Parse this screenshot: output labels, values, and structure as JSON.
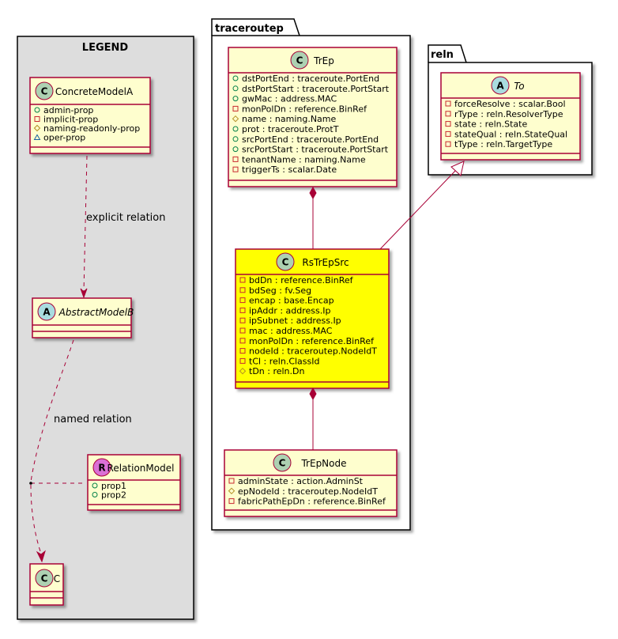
{
  "legend": {
    "title": "LEGEND",
    "concrete_class": {
      "name": "ConcreteModelA",
      "letter": "C",
      "attrs": [
        {
          "vis": "public",
          "text": "admin-prop"
        },
        {
          "vis": "private",
          "text": "implicit-prop"
        },
        {
          "vis": "protected",
          "text": "naming-readonly-prop"
        },
        {
          "vis": "package",
          "text": "oper-prop"
        }
      ]
    },
    "abstract_class": {
      "name": "AbstractModelB",
      "letter": "A"
    },
    "relation_class": {
      "name": "RelationModel",
      "letter": "R",
      "attrs": [
        {
          "vis": "public",
          "text": "prop1"
        },
        {
          "vis": "public",
          "text": "prop2"
        }
      ]
    },
    "c_class": {
      "name": "C",
      "letter": "C"
    },
    "explicit_relation_label": "explicit relation",
    "named_relation_label": "named relation"
  },
  "packages": {
    "traceroutep": {
      "title": "traceroutep",
      "trep": {
        "name": "TrEp",
        "letter": "C",
        "attrs": [
          {
            "vis": "public",
            "text": "dstPortEnd : traceroute.PortEnd"
          },
          {
            "vis": "public",
            "text": "dstPortStart : traceroute.PortStart"
          },
          {
            "vis": "public",
            "text": "gwMac : address.MAC"
          },
          {
            "vis": "private",
            "text": "monPolDn : reference.BinRef"
          },
          {
            "vis": "protected",
            "text": "name : naming.Name"
          },
          {
            "vis": "public",
            "text": "prot : traceroute.ProtT"
          },
          {
            "vis": "public",
            "text": "srcPortEnd : traceroute.PortEnd"
          },
          {
            "vis": "public",
            "text": "srcPortStart : traceroute.PortStart"
          },
          {
            "vis": "private",
            "text": "tenantName : naming.Name"
          },
          {
            "vis": "private",
            "text": "triggerTs : scalar.Date"
          }
        ]
      },
      "rstrepsrc": {
        "name": "RsTrEpSrc",
        "letter": "C",
        "attrs": [
          {
            "vis": "private",
            "text": "bdDn : reference.BinRef"
          },
          {
            "vis": "private",
            "text": "bdSeg : fv.Seg"
          },
          {
            "vis": "private",
            "text": "encap : base.Encap"
          },
          {
            "vis": "private",
            "text": "ipAddr : address.Ip"
          },
          {
            "vis": "private",
            "text": "ipSubnet : address.Ip"
          },
          {
            "vis": "private",
            "text": "mac : address.MAC"
          },
          {
            "vis": "private",
            "text": "monPolDn : reference.BinRef"
          },
          {
            "vis": "private",
            "text": "nodeId : traceroutep.NodeIdT"
          },
          {
            "vis": "private",
            "text": "tCl : reln.ClassId"
          },
          {
            "vis": "protected",
            "text": "tDn : reln.Dn"
          }
        ]
      },
      "trepnode": {
        "name": "TrEpNode",
        "letter": "C",
        "attrs": [
          {
            "vis": "private",
            "text": "adminState : action.AdminSt"
          },
          {
            "vis": "protected",
            "text": "epNodeId : traceroutep.NodeIdT"
          },
          {
            "vis": "private",
            "text": "fabricPathEpDn : reference.BinRef"
          }
        ]
      }
    },
    "reln": {
      "title": "reln",
      "to": {
        "name": "To",
        "letter": "A",
        "attrs": [
          {
            "vis": "private",
            "text": "forceResolve : scalar.Bool"
          },
          {
            "vis": "private",
            "text": "rType : reln.ResolverType"
          },
          {
            "vis": "private",
            "text": "state : reln.State"
          },
          {
            "vis": "private",
            "text": "stateQual : reln.StateQual"
          },
          {
            "vis": "private",
            "text": "tType : reln.TargetType"
          }
        ]
      }
    }
  },
  "colors": {
    "class_fill": "#FEFECE",
    "class_border": "#A80036",
    "highlight_fill": "#FFFF00",
    "legend_bg": "#DDDDDD",
    "circle_c": "#ADD1B2",
    "circle_a": "#A9DCDF",
    "circle_r": "#DA70D6"
  }
}
